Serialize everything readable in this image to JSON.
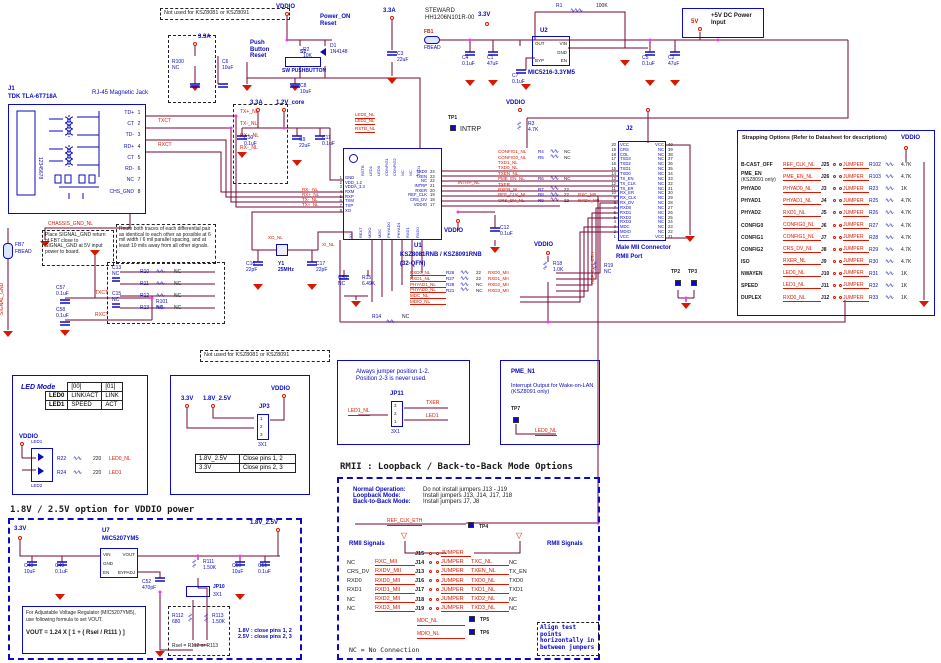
{
  "colors": {
    "wire": "#7a0535",
    "component_blue": "#0a0ac0",
    "net_red": "#d81800",
    "junction_magenta": "#ff30ff"
  },
  "notes": {
    "not_used_top": "Not used for KSZ8081 or KSZ8091",
    "not_used_bottom": "Not used for KSZ8081 or KSZ8091",
    "place_signal_gnd": "Place SIGNAL_GND return of FB7 close to SIGNAL_GND at 5V input power to board.",
    "route_pairs": "Route both traces of each differential pair as identical to each other as possible at 6 mil width / 6 mil parallel spacing, and at least 10 mils away from all other signals.",
    "align_tp": "Align test points horizontally in between jumpers"
  },
  "power": {
    "v33a": "3.3A",
    "v33": "3.3V",
    "v5": "5V",
    "vddio": "VDDIO",
    "v12core": "1.2V_core",
    "v1825": "1.8V_2.5V",
    "input_label": "+5V DC Power Input",
    "power_on_reset": "Power_ON Reset",
    "push_button_reset": "Push Button Reset"
  },
  "j1": {
    "ref": "J1",
    "part": "TDK TLA-6T718A",
    "title": "RJ-45 Magnetic Jack",
    "pins": [
      {
        "n": "1",
        "name": "TD+"
      },
      {
        "n": "2",
        "name": "CT"
      },
      {
        "n": "3",
        "name": "TD-"
      },
      {
        "n": "4",
        "name": "RD+"
      },
      {
        "n": "5",
        "name": "CT"
      },
      {
        "n": "6",
        "name": "RD-"
      },
      {
        "n": "7",
        "name": "NC"
      },
      {
        "n": "8",
        "name": "CHS_GND"
      }
    ],
    "nets": {
      "txct": "TXCT",
      "rxct": "RXCT",
      "txp": "TX+_NL",
      "txm": "TX-_NL",
      "rxp": "RX+_NL",
      "rxm": "RX-_NL",
      "chassis": "CHASSIS_GND_NL",
      "signal_gnd": "SIGNAL_GND"
    },
    "fb7": {
      "ref": "FB7",
      "val": "FBEAD"
    },
    "c57": {
      "ref": "C57",
      "val": "0.1uF"
    },
    "c58": {
      "ref": "C58",
      "val": "0.1uF"
    },
    "r101": {
      "ref": "R101",
      "val": "NC"
    },
    "c13": {
      "ref": "C13",
      "val": "NC"
    },
    "c15": {
      "ref": "C15",
      "val": "NC"
    },
    "term_rows": [
      {
        "ref": "R10",
        "zig": "∿∿",
        "val": "NC"
      },
      {
        "ref": "R11",
        "zig": "∿∿",
        "val": "NC"
      },
      {
        "ref": "R12",
        "zig": "∿∿",
        "val": "NC"
      },
      {
        "ref": "R13",
        "zig": "∿∿",
        "val": "NC"
      }
    ]
  },
  "reset": {
    "r100": {
      "ref": "R100",
      "val": "NC"
    },
    "c6": {
      "ref": "C6",
      "val": "10uF"
    },
    "s1": {
      "ref": "S1",
      "val": "SW PUSHBUTTON"
    },
    "r2": {
      "ref": "R2",
      "val": "10K"
    },
    "d1": {
      "ref": "D1",
      "val": "1N4148"
    },
    "c8": {
      "ref": "C8",
      "val": "10uF"
    },
    "c3": {
      "ref": "C3",
      "val": "22uF"
    }
  },
  "reg5": {
    "vendor": "STEWARD",
    "pn": "HH1206N101R-00",
    "fb1": {
      "ref": "FB1",
      "val": "FBEAD"
    },
    "c4": {
      "ref": "C4",
      "val": "0.1uF"
    },
    "c1": {
      "ref": "C1",
      "val": "47uF"
    },
    "u2": {
      "ref": "U2",
      "part": "MIC5216-3.3YM5",
      "pin_out": "OUT",
      "pin_vin": "VIN",
      "pin_gnd": "GND",
      "pin_byp": "BYP",
      "pin_en": "EN",
      "n_out": "5",
      "n_vin": "1",
      "n_gnd": "2",
      "n_byp": "4",
      "n_en": "3"
    },
    "c7": {
      "ref": "C7",
      "val": "0.1uF"
    },
    "r1": {
      "ref": "R1",
      "val": "100K"
    },
    "c5": {
      "ref": "C5",
      "val": "0.1uF"
    },
    "c2": {
      "ref": "C2",
      "val": "47uF"
    }
  },
  "core": {
    "c10": {
      "ref": "C10",
      "val": "0.1uF"
    },
    "c9": {
      "ref": "C9",
      "val": "22uF"
    },
    "c11": {
      "ref": "C11",
      "val": "0.1uF"
    }
  },
  "u1": {
    "ref": "U1",
    "part": "KSZ8081RNB / KSZ8091RNB",
    "pkg": "(32-QFN)",
    "left_pins": [
      {
        "n": "1",
        "name": "GND"
      },
      {
        "n": "2",
        "name": "VDD_1.2"
      },
      {
        "n": "3",
        "name": "VDDA_3.3"
      },
      {
        "n": "4",
        "name": "RXM"
      },
      {
        "n": "5",
        "name": "RXP"
      },
      {
        "n": "6",
        "name": "TXM"
      },
      {
        "n": "7",
        "name": "TXP"
      },
      {
        "n": "8",
        "name": "XO"
      }
    ],
    "right_pins": [
      {
        "n": "24",
        "name": "TXD0"
      },
      {
        "n": "23",
        "name": "TXEN"
      },
      {
        "n": "22",
        "name": "NC"
      },
      {
        "n": "21",
        "name": "INTRP"
      },
      {
        "n": "20",
        "name": "RXER"
      },
      {
        "n": "19",
        "name": "REF_CLK"
      },
      {
        "n": "18",
        "name": "CRS_DV"
      },
      {
        "n": "17",
        "name": "VDDIO"
      }
    ],
    "top_pins": [
      {
        "n": "32",
        "name": "RSTB"
      },
      {
        "n": "31",
        "name": "LED1"
      },
      {
        "n": "30",
        "name": "LED0"
      },
      {
        "n": "29",
        "name": "CONFIG1"
      },
      {
        "n": "28",
        "name": "CONFIG2"
      },
      {
        "n": "27",
        "name": "NC"
      },
      {
        "n": "26",
        "name": "NC"
      },
      {
        "n": "25",
        "name": "TXD1"
      }
    ],
    "bottom_pins": [
      {
        "n": "9",
        "name": "XI"
      },
      {
        "n": "10",
        "name": "REXT"
      },
      {
        "n": "11",
        "name": "MDIO"
      },
      {
        "n": "12",
        "name": "MDC"
      },
      {
        "n": "13",
        "name": "PHYAD0"
      },
      {
        "n": "14",
        "name": "PHYAD1"
      },
      {
        "n": "15",
        "name": "RXD1"
      },
      {
        "n": "16",
        "name": "RXD0"
      }
    ],
    "nets_left": [
      "RX-_NL",
      "RX+_NL",
      "TX-_NL",
      "TX+_NL"
    ],
    "nets_top": [
      "LED0_NL",
      "LED1_NL",
      "RSTB_NL"
    ],
    "intrp_net": "INTRP_NL"
  },
  "xtal": {
    "c16": {
      "ref": "C16",
      "val": "22pF"
    },
    "y1": {
      "ref": "Y1",
      "val": "25MHz"
    },
    "c17": {
      "ref": "C17",
      "val": "22pF"
    },
    "xo": "XO_NL",
    "xi": "XI_NL"
  },
  "misc": {
    "tp1": "TP1",
    "tp1net": "INTRP",
    "r3": {
      "ref": "R3",
      "val": "4.7K"
    },
    "c12": {
      "ref": "C12",
      "val": "0.1uF"
    },
    "c50nc": {
      "ref": "C50",
      "val": "NC"
    },
    "r15": {
      "ref": "R15",
      "val": "6.49K"
    },
    "r14": {
      "ref": "R14",
      "val": "NC"
    },
    "r18": {
      "ref": "R18",
      "val": "1.0K"
    },
    "r19": {
      "ref": "R19",
      "val": "NC"
    },
    "refclk_eth": "REF_CLK_ETH",
    "tp2": "TP2",
    "tp3": "TP3"
  },
  "mid_right_rows": [
    {
      "net": "CONFIG1_NL",
      "ref": "R4",
      "zig": "∿∿",
      "val": "NC",
      "mii": ""
    },
    {
      "net": "CONFIG0_NL",
      "ref": "R5",
      "zig": "∿∿",
      "val": "NC",
      "mii": ""
    },
    {
      "net": "TXD1_NL",
      "ref": "",
      "zig": "",
      "val": "",
      "mii": ""
    },
    {
      "net": "TXD0_NL",
      "ref": "",
      "zig": "",
      "val": "",
      "mii": ""
    },
    {
      "net": "TXEN_NL",
      "ref": "",
      "zig": "",
      "val": "",
      "mii": ""
    },
    {
      "net": "PME_EN_NL",
      "ref": "R6",
      "zig": "∿∿",
      "val": "NC",
      "mii": ""
    },
    {
      "net": "TXER",
      "ref": "",
      "zig": "",
      "val": "",
      "mii": ""
    },
    {
      "net": "RXER_NL",
      "ref": "R7",
      "zig": "∿∿",
      "val": "22",
      "mii": ""
    },
    {
      "net": "REF_CLK_NL",
      "ref": "R8",
      "zig": "∿∿",
      "val": "22",
      "mii": "RXC_MII"
    },
    {
      "net": "CRS_DV_NL",
      "ref": "R9",
      "zig": "∿∿",
      "val": "22",
      "mii": "RXDV_MII"
    }
  ],
  "below_rows": [
    {
      "net": "RXD0_NL",
      "ref": "R26",
      "zig": "∿∿",
      "val": "22",
      "mii": "RXD0_MII"
    },
    {
      "net": "RXD1_NL",
      "ref": "R27",
      "zig": "∿∿",
      "val": "22",
      "mii": "RXD1_MII"
    },
    {
      "net": "PHYAD1_NL",
      "ref": "R28",
      "zig": "∿∿",
      "val": "NC",
      "mii": "RXD2_MII"
    },
    {
      "net": "PHYAD0_NL",
      "ref": "R21",
      "zig": "∿∿",
      "val": "NC",
      "mii": "RXD3_MII"
    },
    {
      "net": "MDC_NL",
      "ref": "",
      "zig": "",
      "val": "",
      "mii": ""
    },
    {
      "net": "MDIO_NL",
      "ref": "",
      "zig": "",
      "val": "",
      "mii": ""
    }
  ],
  "j2": {
    "ref": "J2",
    "title1": "Male MII Connector",
    "title2": "RMII Port",
    "rows": [
      {
        "nl": "20",
        "ln": "VCC",
        "rn": "VCC",
        "nr": "40"
      },
      {
        "nl": "19",
        "ln": "CRS",
        "rn": "NC",
        "nr": "39"
      },
      {
        "nl": "18",
        "ln": "COL",
        "rn": "NC",
        "nr": "38"
      },
      {
        "nl": "17",
        "ln": "TXD3",
        "rn": "NC",
        "nr": "37"
      },
      {
        "nl": "16",
        "ln": "TXD2",
        "rn": "NC",
        "nr": "36"
      },
      {
        "nl": "15",
        "ln": "TXD1",
        "rn": "NC",
        "nr": "35"
      },
      {
        "nl": "14",
        "ln": "TXD0",
        "rn": "NC",
        "nr": "34"
      },
      {
        "nl": "13",
        "ln": "TX_EN",
        "rn": "NC",
        "nr": "33"
      },
      {
        "nl": "12",
        "ln": "TX_CLK",
        "rn": "NC",
        "nr": "32"
      },
      {
        "nl": "11",
        "ln": "TX_ER",
        "rn": "NC",
        "nr": "31"
      },
      {
        "nl": "10",
        "ln": "RX_ER",
        "rn": "NC",
        "nr": "30"
      },
      {
        "nl": "9",
        "ln": "RX_CLK",
        "rn": "NC",
        "nr": "29"
      },
      {
        "nl": "8",
        "ln": "RX_DV",
        "rn": "NC",
        "nr": "28"
      },
      {
        "nl": "7",
        "ln": "RXD0",
        "rn": "NC",
        "nr": "27"
      },
      {
        "nl": "6",
        "ln": "RXD1",
        "rn": "NC",
        "nr": "26"
      },
      {
        "nl": "5",
        "ln": "RXD2",
        "rn": "NC",
        "nr": "25"
      },
      {
        "nl": "4",
        "ln": "RXD3",
        "rn": "NC",
        "nr": "24"
      },
      {
        "nl": "3",
        "ln": "MDC",
        "rn": "NC",
        "nr": "23"
      },
      {
        "nl": "2",
        "ln": "MDIO",
        "rn": "NC",
        "nr": "22"
      },
      {
        "nl": "1",
        "ln": "VCC",
        "rn": "VCC",
        "nr": "21"
      }
    ]
  },
  "strap": {
    "title": "Strapping Options  (Refer to Datasheet for descriptions)",
    "vddio": "VDDIO",
    "jumper": "JUMPER",
    "rows": [
      {
        "opt": "B-CAST_OFF",
        "opt2": "",
        "net": "REF_CLK_NL",
        "j": "J25",
        "ref": "R102",
        "zig": "∿∿",
        "val": "4.7K"
      },
      {
        "opt": "PME_EN",
        "opt2": "(KSZ8091 only)",
        "net": "PME_EN_NL",
        "j": "J26",
        "ref": "R103",
        "zig": "∿∿",
        "val": "4.7K"
      },
      {
        "opt": "PHYAD0",
        "opt2": "",
        "net": "PHYAD0_NL",
        "j": "J3",
        "ref": "R23",
        "zig": "∿∿",
        "val": "1K"
      },
      {
        "opt": "PHYAD1",
        "opt2": "",
        "net": "PHYAD1_NL",
        "j": "J4",
        "ref": "R25",
        "zig": "∿∿",
        "val": "4.7K"
      },
      {
        "opt": "PHYAD2",
        "opt2": "",
        "net": "RXD1_NL",
        "j": "J5",
        "ref": "R26",
        "zig": "∿∿",
        "val": "4.7K"
      },
      {
        "opt": "CONFIG0",
        "opt2": "",
        "net": "CONFIG0_NL",
        "j": "J6",
        "ref": "R27",
        "zig": "∿∿",
        "val": "4.7K"
      },
      {
        "opt": "CONFIG1",
        "opt2": "",
        "net": "CONFIG1_NL",
        "j": "J7",
        "ref": "R28",
        "zig": "∿∿",
        "val": "4.7K"
      },
      {
        "opt": "CONFIG2",
        "opt2": "",
        "net": "CRS_DV_NL",
        "j": "J8",
        "ref": "R29",
        "zig": "∿∿",
        "val": "4.7K"
      },
      {
        "opt": "ISO",
        "opt2": "",
        "net": "RXER_NL",
        "j": "J9",
        "ref": "R30",
        "zig": "∿∿",
        "val": "4.7K"
      },
      {
        "opt": "NWAYEN",
        "opt2": "",
        "net": "LED0_NL",
        "j": "J10",
        "ref": "R31",
        "zig": "∿∿",
        "val": "1K"
      },
      {
        "opt": "SPEED",
        "opt2": "",
        "net": "LED1_NL",
        "j": "J11",
        "ref": "R32",
        "zig": "∿∿",
        "val": "1K"
      },
      {
        "opt": "DUPLEX",
        "opt2": "",
        "net": "RXD0_NL",
        "j": "J12",
        "ref": "R33",
        "zig": "∿∿",
        "val": "1K"
      }
    ]
  },
  "led": {
    "title": "LED Mode",
    "col1": "[00]",
    "col2": "[01]",
    "rows": [
      {
        "name": "LED0",
        "a": "LINK/ACT",
        "b": "LINK"
      },
      {
        "name": "LED1",
        "a": "SPEED",
        "b": "ACT"
      }
    ],
    "vddio": "VDDIO",
    "d1": "LED1",
    "d2": "LED2",
    "res": [
      {
        "ref": "R22",
        "zig": "∿∿",
        "val": "220",
        "net": "LED0_NL"
      },
      {
        "ref": "R24",
        "zig": "∿∿",
        "val": "220",
        "net": "LED1"
      }
    ]
  },
  "jp3": {
    "v33": "3.3V",
    "v1825": "1.8V_2.5V",
    "vddio": "VDDIO",
    "ref": "JP3",
    "size": "3X1",
    "rows": [
      {
        "v": "1.8V_2.5V",
        "a": "Close pins 1, 2"
      },
      {
        "v": "3.3V",
        "a": "Close pins 2, 3"
      }
    ]
  },
  "jp11": {
    "note1": "Always jumper position 1-2.",
    "note2": "Position 2-3 is never used.",
    "ref": "JP11",
    "size": "3X1",
    "left": "LED1_NL",
    "r1": "TXER",
    "r2": "LED1"
  },
  "pme": {
    "title": "PME_N1",
    "desc1": "Interrupt Output for Wake-on-LAN",
    "desc2": "(KSZ8091 only)",
    "tp": "TP7",
    "net": "LED0_NL"
  },
  "rmii": {
    "title": "RMII  :  Loopback / Back-to-Back Mode Options",
    "modes": [
      {
        "k": "Normal Operation:",
        "v": "Do not install jumpers J13 - J19"
      },
      {
        "k": "Loopback Mode:",
        "v": "Install jumpers J13, J14, J17, J18"
      },
      {
        "k": "Back-to-Back Mode:",
        "v": "Install jumpers J7, J8"
      }
    ],
    "refclk": "REF_CLK_ETH",
    "tp4": "TP4",
    "sig_l": "RMII Signals",
    "sig_r": "RMII Signals",
    "jumper": "JUMPER",
    "rows": [
      {
        "l": "",
        "lnet": "",
        "j": "J15",
        "rnet": "",
        "r": ""
      },
      {
        "l": "NC",
        "lnet": "RXC_MII",
        "j": "J14",
        "rnet": "TXC_NL",
        "r": "NC"
      },
      {
        "l": "CRS_DV",
        "lnet": "RXDV_MII",
        "j": "J13",
        "rnet": "TXEN_NL",
        "r": "TX_EN"
      },
      {
        "l": "RXD0",
        "lnet": "RXD0_MII",
        "j": "J16",
        "rnet": "TXD0_NL",
        "r": "TXD0"
      },
      {
        "l": "RXD1",
        "lnet": "RXD1_MII",
        "j": "J17",
        "rnet": "TXD1_NL",
        "r": "TXD1"
      },
      {
        "l": "NC",
        "lnet": "RXD2_MII",
        "j": "J18",
        "rnet": "TXD2_NL",
        "r": "NC"
      },
      {
        "l": "NC",
        "lnet": "RXD3_MII",
        "j": "J19",
        "rnet": "TXD3_NL",
        "r": "NC"
      }
    ],
    "mdc": "MDC_NL",
    "tp5": "TP5",
    "mdio": "MDIO_NL",
    "tp6": "TP6",
    "nc_note": "NC = No Connection"
  },
  "vreg": {
    "title": "1.8V / 2.5V option for VDDIO power",
    "v33": "3.3V",
    "u7": "U7",
    "part": "MIC5207YM5",
    "pins": {
      "vin": "VIN",
      "gnd": "GND",
      "en": "EN",
      "vout": "VOUT",
      "byp": "BYPADJ",
      "n_vin": "1",
      "n_gnd": "2",
      "n_en": "3",
      "n_vout": "5",
      "n_byp": "4"
    },
    "c48": {
      "ref": "C48",
      "val": "10uF"
    },
    "c49": {
      "ref": "C49",
      "val": "0.1uF"
    },
    "r111": {
      "ref": "R111",
      "val": "1.50K"
    },
    "c52": {
      "ref": "C52",
      "val": "470pF"
    },
    "jp10": {
      "ref": "JP10",
      "size": "3X1"
    },
    "r112": {
      "ref": "R112",
      "val": "680"
    },
    "r113": {
      "ref": "R113",
      "val": "1.50K"
    },
    "c50": {
      "ref": "C50",
      "val": "10uF"
    },
    "c51": {
      "ref": "C51",
      "val": "0.1uF"
    },
    "out": "1.8V_2.5V",
    "note1": "For Adjustable Voltage Regulator (MIC5207YM5),",
    "note2": "use following formula to set VOUT.",
    "formula": "VOUT = 1.24 X [ 1 + ( Rsel / R111 ) ]",
    "rsel": "Rsel = R112 or R113",
    "opt1": "1.8V  :  close pins 1, 2",
    "opt2": "2.5V  :  close pins 2, 3"
  }
}
